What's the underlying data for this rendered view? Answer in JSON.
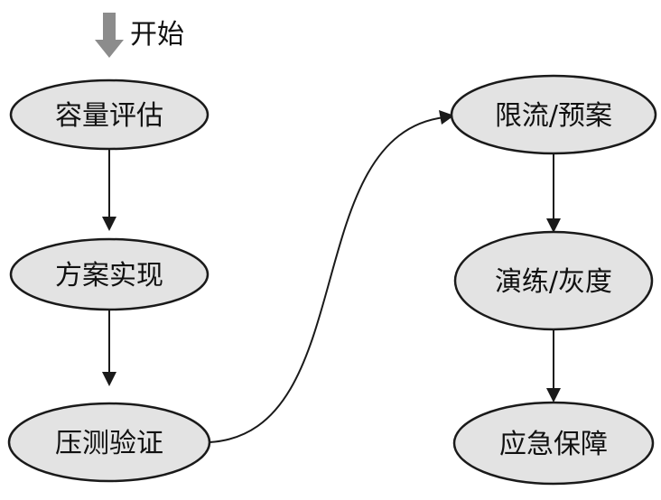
{
  "start": {
    "label": "开始"
  },
  "nodes": [
    {
      "id": "capacity-assessment",
      "label": "容量评估"
    },
    {
      "id": "solution-implementation",
      "label": "方案实现"
    },
    {
      "id": "load-test-verification",
      "label": "压测验证"
    },
    {
      "id": "rate-limit-plan",
      "label": "限流/预案"
    },
    {
      "id": "drill-gray-release",
      "label": "演练/灰度"
    },
    {
      "id": "emergency-support",
      "label": "应急保障"
    }
  ],
  "edges": [
    {
      "from": "capacity-assessment",
      "to": "solution-implementation"
    },
    {
      "from": "solution-implementation",
      "to": "load-test-verification"
    },
    {
      "from": "load-test-verification",
      "to": "rate-limit-plan"
    },
    {
      "from": "rate-limit-plan",
      "to": "drill-gray-release"
    },
    {
      "from": "drill-gray-release",
      "to": "emergency-support"
    }
  ],
  "colors": {
    "node_fill": "#e3e3e3",
    "node_stroke": "#1a1a1a",
    "start_arrow": "#8c8c8c"
  }
}
